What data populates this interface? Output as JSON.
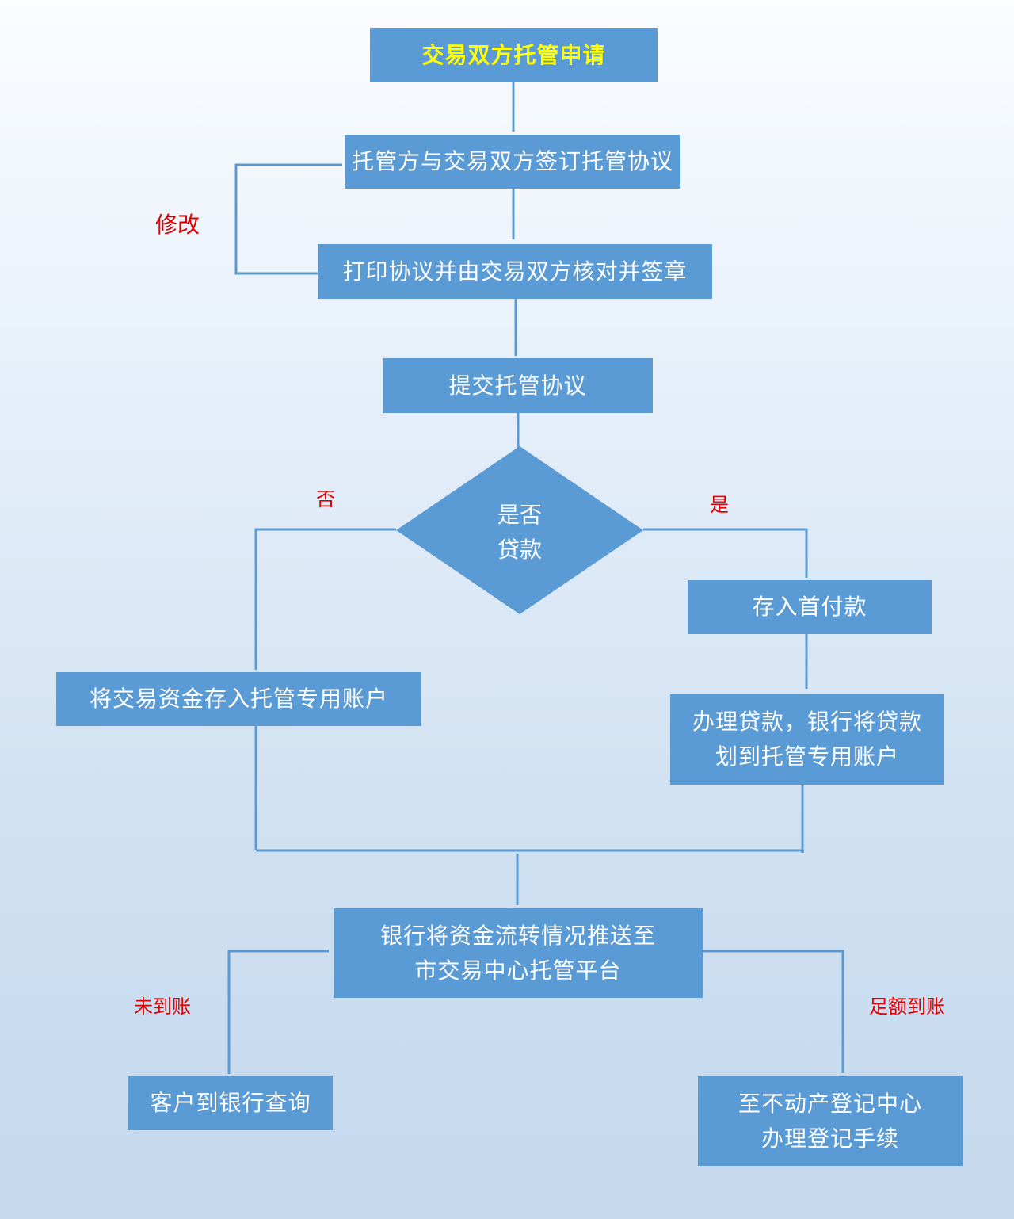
{
  "nodes": {
    "apply": "交易双方托管申请",
    "sign_agreement": "托管方与交易双方签订托管协议",
    "print_check": "打印协议并由交易双方核对并签章",
    "submit": "提交托管协议",
    "decision_line1": "是否",
    "decision_line2": "贷款",
    "down_payment": "存入首付款",
    "deposit_funds": "将交易资金存入托管专用账户",
    "loan_line1": "办理贷款，银行将贷款",
    "loan_line2": "划到托管专用账户",
    "push_line1": "银行将资金流转情况推送至",
    "push_line2": "市交易中心托管平台",
    "query_bank": "客户到银行查询",
    "register_line1": "至不动产登记中心",
    "register_line2": "办理登记手续"
  },
  "labels": {
    "modify": "修改",
    "no": "否",
    "yes": "是",
    "not_arrived": "未到账",
    "full_arrived": "足额到账"
  },
  "colors": {
    "box": "#5b9bd5",
    "title_text": "#ffff00",
    "label_text": "#e00000"
  }
}
